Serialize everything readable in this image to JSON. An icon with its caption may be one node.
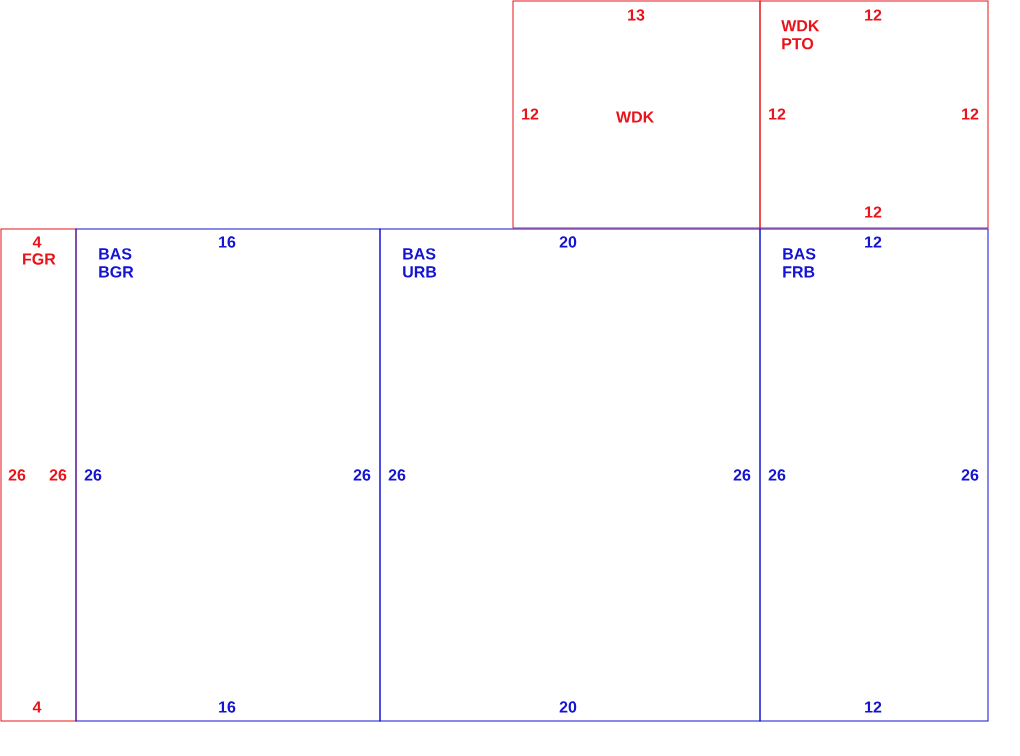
{
  "diagram": {
    "nodes": [
      {
        "text": [
          "13",
          "12",
          "WDK"
        ]
      },
      {
        "text": [
          "12",
          "WDK PTO",
          "12",
          "12",
          "12"
        ]
      },
      {
        "text": [
          "4",
          "FGR",
          "26",
          "26",
          "4"
        ]
      },
      {
        "text": [
          "16",
          "BAS BGR",
          "26",
          "26",
          "16"
        ]
      },
      {
        "text": [
          "20",
          "BAS URB",
          "26",
          "26",
          "20"
        ]
      },
      {
        "text": [
          "12",
          "BAS FRB",
          "26",
          "26",
          "12"
        ]
      }
    ]
  }
}
